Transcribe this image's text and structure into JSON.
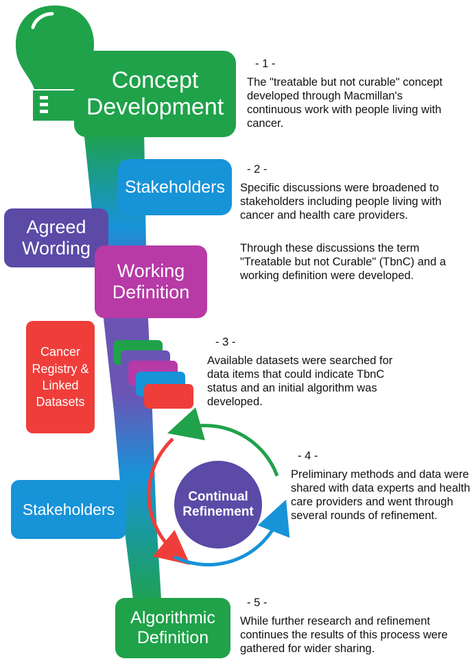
{
  "colors": {
    "green": "#1fa24a",
    "blue": "#1793d8",
    "purple": "#5b4aa6",
    "magenta": "#b73aa6",
    "red": "#ef3e3a",
    "text": "#111111"
  },
  "icons": [
    "lightbulb-icon",
    "refresh-cycle-arrows",
    "stacked-dataset-cards"
  ],
  "boxes": {
    "concept": "Concept Development",
    "stakeholders_top": "Stakeholders",
    "agreed_wording": "Agreed Wording",
    "working_definition": "Working Definition",
    "cancer_registry": "Cancer Registry & Linked Datasets",
    "continual_refinement": "Continual Refinement",
    "stakeholders_bottom": "Stakeholders",
    "algorithmic_definition": "Algorithmic Definition"
  },
  "steps": [
    {
      "label": "- 1 -",
      "text": "The \"treatable but not curable\" concept developed through Macmillan's continuous work with people living with cancer."
    },
    {
      "label": "- 2 -",
      "text": "Specific discussions were broadened to stakeholders including people living with cancer and health care providers.",
      "text2": "Through these discussions the term \"Treatable but not Curable\" (TbnC) and a working definition were developed."
    },
    {
      "label": "- 3 -",
      "text": "Available datasets were searched for data items that could indicate TbnC status and an initial algorithm was developed."
    },
    {
      "label": "- 4 -",
      "text": "Preliminary methods and data were shared with data experts and health care providers and went through several rounds of refinement."
    },
    {
      "label": "- 5 -",
      "text": "While further research and refinement continues the results of this process were gathered for wider sharing."
    }
  ]
}
